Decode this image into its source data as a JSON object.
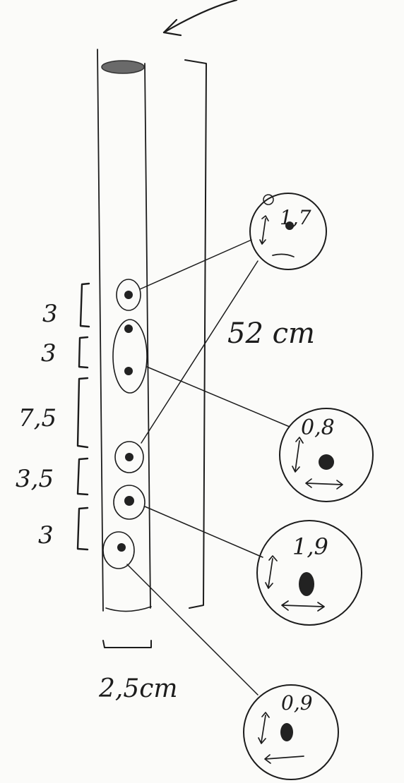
{
  "length_label": "52 cm",
  "diameter_label": "2,5cm",
  "spacing_labels": [
    "3",
    "3",
    "7,5",
    "3,5",
    "3"
  ],
  "hole_size_labels": [
    "1,7",
    "0,8",
    "1,9",
    "0,9"
  ]
}
